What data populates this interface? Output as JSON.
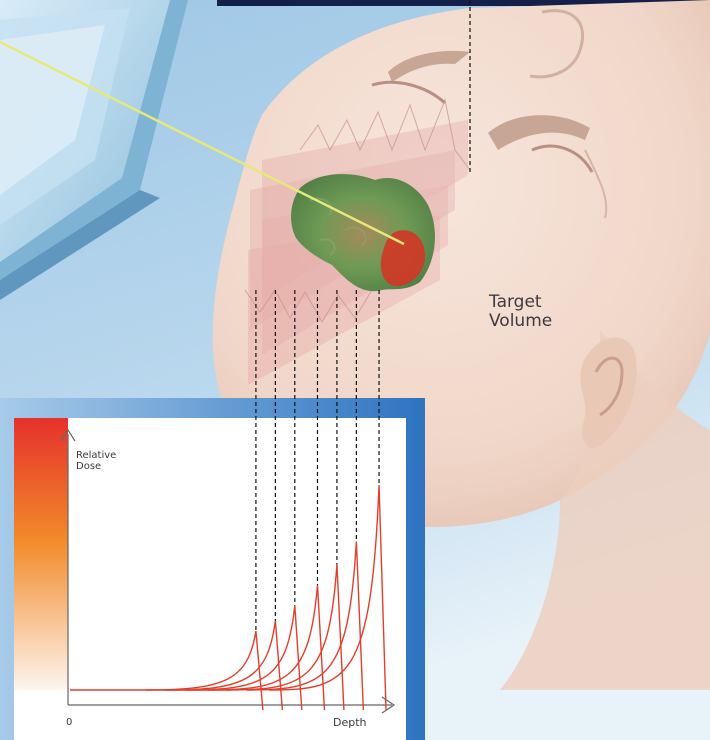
{
  "labels": {
    "target_line1": "Target",
    "target_line2": "Volume",
    "dose_line1": "Relative",
    "dose_line2": "Dose",
    "origin": "0",
    "depth": "Depth"
  },
  "colors": {
    "background_sky": "#a9cfe8",
    "skin": "#f3ddd0",
    "tumor": "#5f8d4c",
    "beam": "#e7e87a",
    "dose_curve": "#e53d2b",
    "panel_frame": "#4a88c9"
  },
  "chart_data": {
    "type": "line",
    "xlabel": "Depth",
    "ylabel": "Relative Dose",
    "x_origin_label": "0",
    "series": [
      {
        "peak_depth": 0.58,
        "peak_dose": 0.23
      },
      {
        "peak_depth": 0.64,
        "peak_dose": 0.27
      },
      {
        "peak_depth": 0.7,
        "peak_dose": 0.33
      },
      {
        "peak_depth": 0.77,
        "peak_dose": 0.41
      },
      {
        "peak_depth": 0.83,
        "peak_dose": 0.49
      },
      {
        "peak_depth": 0.89,
        "peak_dose": 0.58
      },
      {
        "peak_depth": 0.96,
        "peak_dose": 0.8
      }
    ],
    "baseline_dose": 0.0
  }
}
